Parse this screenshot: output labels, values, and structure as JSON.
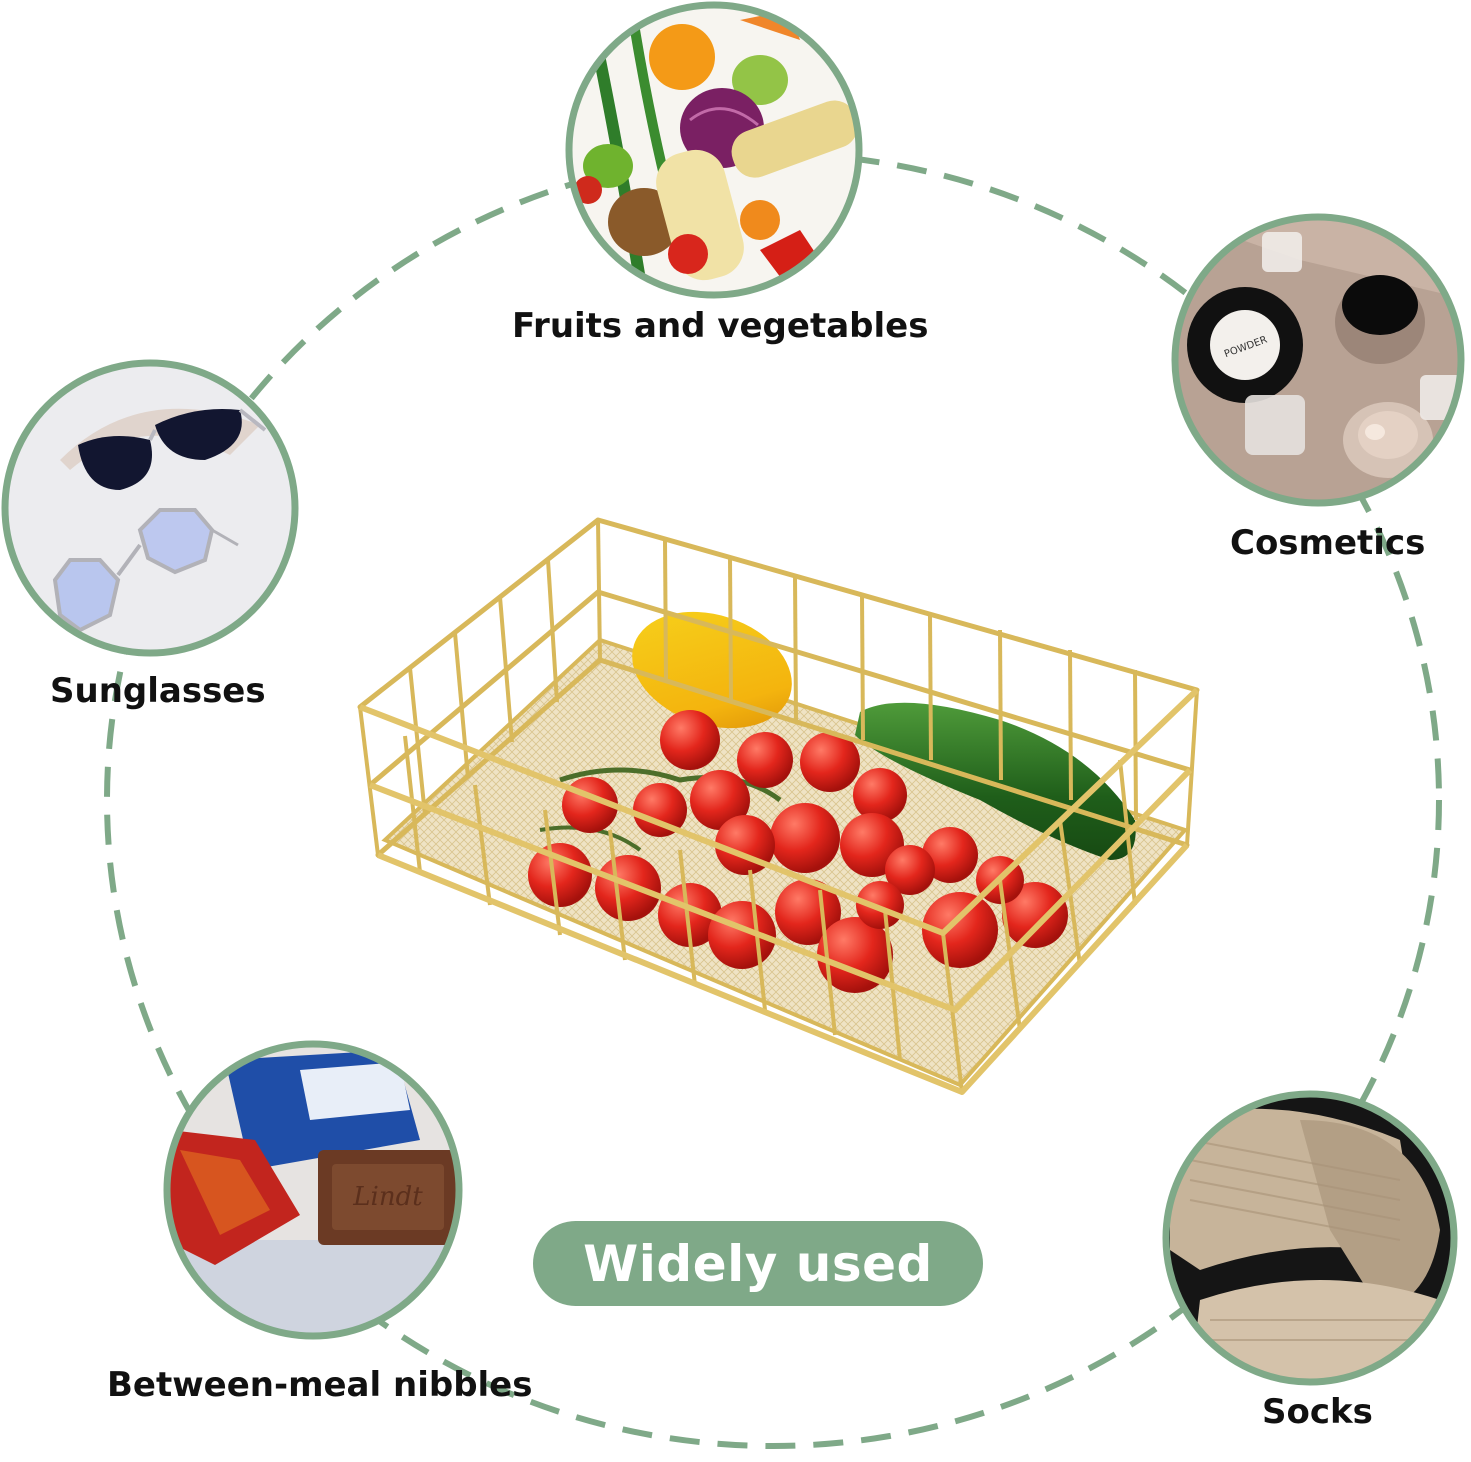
{
  "headline": "Widely used",
  "categories": [
    {
      "id": "fruits",
      "label": "Fruits and vegetables",
      "image": "fruits-vegetables-photo"
    },
    {
      "id": "cosmetics",
      "label": "Cosmetics",
      "image": "cosmetics-photo"
    },
    {
      "id": "sunglasses",
      "label": "Sunglasses",
      "image": "sunglasses-photo"
    },
    {
      "id": "nibbles",
      "label": "Between-meal nibbles",
      "image": "chocolate-snacks-photo"
    },
    {
      "id": "socks",
      "label": "Socks",
      "image": "socks-photo"
    }
  ],
  "product": "gold wire basket with tomatoes, mango and cucumber",
  "colors": {
    "accent": "#7fa988",
    "dashed_ring": "#7fa988",
    "photo_border": "#7fa988",
    "gold_wire": "#d8b85a",
    "text": "#111111"
  }
}
